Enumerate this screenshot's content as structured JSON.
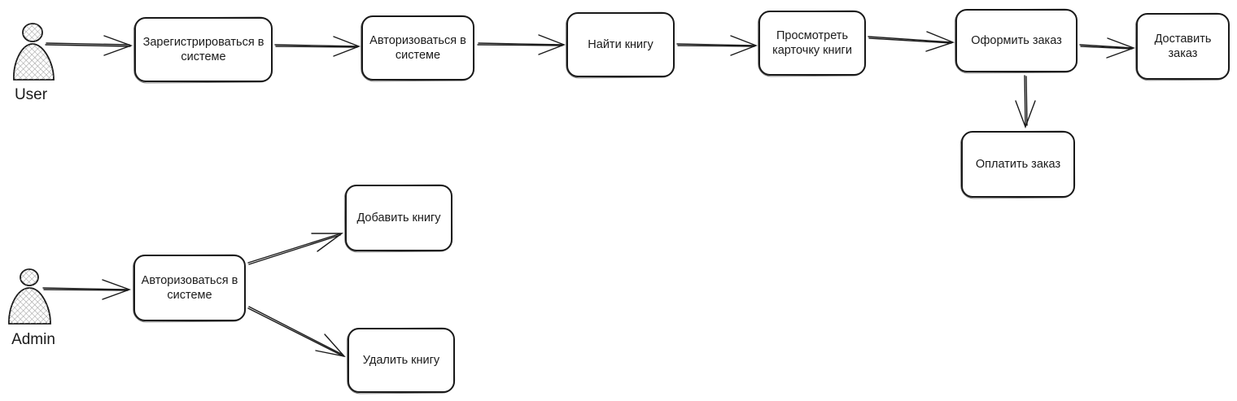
{
  "diagram": {
    "actors": [
      {
        "id": "user",
        "label": "User"
      },
      {
        "id": "admin",
        "label": "Admin"
      }
    ],
    "boxes": {
      "register": {
        "label": "Зарегистрироваться в системе"
      },
      "auth_user": {
        "label": "Авторизоваться в системе"
      },
      "find": {
        "label": "Найти книгу"
      },
      "view": {
        "label": "Просмотреть карточку книги"
      },
      "order": {
        "label": "Оформить заказ"
      },
      "deliver": {
        "label": "Доставить заказ"
      },
      "pay": {
        "label": "Оплатить заказ"
      },
      "auth_admin": {
        "label": "Авторизоваться в системе"
      },
      "add": {
        "label": "Добавить книгу"
      },
      "delete": {
        "label": "Удалить книгу"
      }
    },
    "edges": [
      {
        "from": "user",
        "to": "register"
      },
      {
        "from": "register",
        "to": "auth_user"
      },
      {
        "from": "auth_user",
        "to": "find"
      },
      {
        "from": "find",
        "to": "view"
      },
      {
        "from": "view",
        "to": "order"
      },
      {
        "from": "order",
        "to": "deliver"
      },
      {
        "from": "order",
        "to": "pay"
      },
      {
        "from": "admin",
        "to": "auth_admin"
      },
      {
        "from": "auth_admin",
        "to": "add"
      },
      {
        "from": "auth_admin",
        "to": "delete"
      }
    ],
    "colors": {
      "stroke": "#1a1a1a",
      "actor_fill": "#d9d9d9"
    }
  }
}
